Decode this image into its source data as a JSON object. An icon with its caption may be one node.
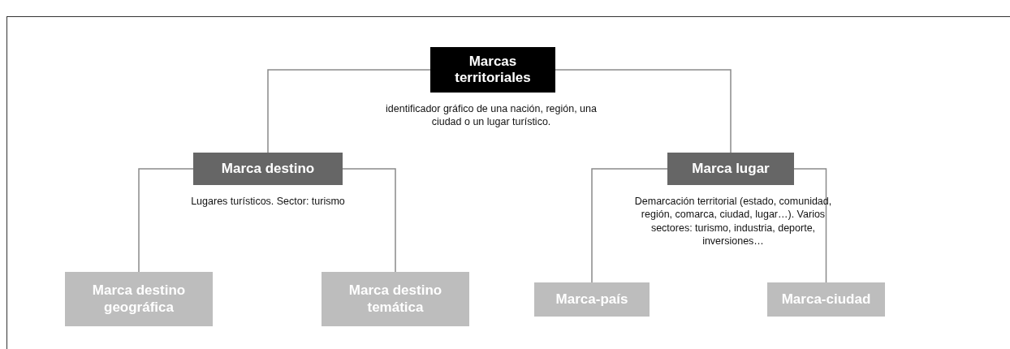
{
  "diagram": {
    "nodes": [
      {
        "text": [
          "Marcas territoriales"
        ],
        "beside": [
          "identificador gráfico de una nación, región, una ciudad o un lugar turístico."
        ]
      },
      {
        "text": [
          "Marca destino"
        ],
        "beside": [
          "Lugares turísticos. Sector: turismo"
        ]
      },
      {
        "text": [
          "Marca lugar"
        ],
        "beside": [
          "Demarcación territorial (estado, comunidad, región, comarca, ciudad, lugar…). Varios sectores: turismo, industria, deporte, inversiones…"
        ]
      },
      {
        "text": [
          "Marca destino geográfica"
        ]
      },
      {
        "text": [
          "Marca destino temática"
        ]
      },
      {
        "text": [
          "Marca-país"
        ]
      },
      {
        "text": [
          "Marca-ciudad"
        ]
      }
    ],
    "edges": [
      {
        "from": 0,
        "to": 1,
        "arrow": "none"
      },
      {
        "from": 0,
        "to": 2,
        "arrow": "none"
      },
      {
        "from": 1,
        "to": 3,
        "arrow": "none"
      },
      {
        "from": 1,
        "to": 4,
        "arrow": "none"
      },
      {
        "from": 2,
        "to": 5,
        "arrow": "none"
      },
      {
        "from": 2,
        "to": 6,
        "arrow": "none"
      }
    ]
  }
}
